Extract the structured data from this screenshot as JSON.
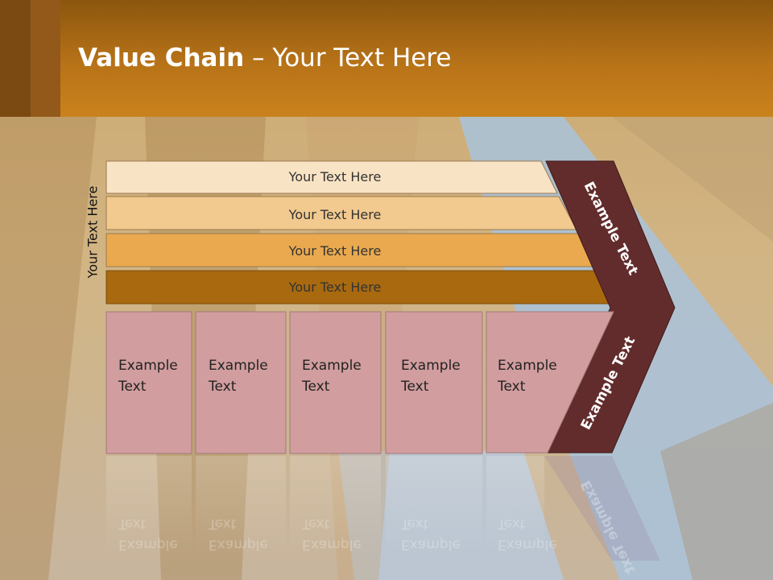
{
  "slide": {
    "title_bold": "Value Chain",
    "title_rest": " – Your Text Here",
    "side_label": "Your Text Here"
  },
  "bars": [
    {
      "label": "Your Text Here",
      "color": "#f8e3c4"
    },
    {
      "label": "Your Text Here",
      "color": "#f2c98e"
    },
    {
      "label": "Your Text Here",
      "color": "#eaa94e"
    },
    {
      "label": "Your Text Here",
      "color": "#a9690f"
    }
  ],
  "boxes": [
    {
      "line1": "Example",
      "line2": "Text"
    },
    {
      "line1": "Example",
      "line2": "Text"
    },
    {
      "line1": "Example",
      "line2": "Text"
    },
    {
      "line1": "Example",
      "line2": "Text"
    },
    {
      "line1": "Example",
      "line2": "Text"
    }
  ],
  "chevron": {
    "upper_label": "Example Text",
    "lower_label": "Example Text",
    "color": "#632c2c"
  },
  "colors": {
    "box_fill": "#d19d9e",
    "header": "#c07a1a"
  }
}
